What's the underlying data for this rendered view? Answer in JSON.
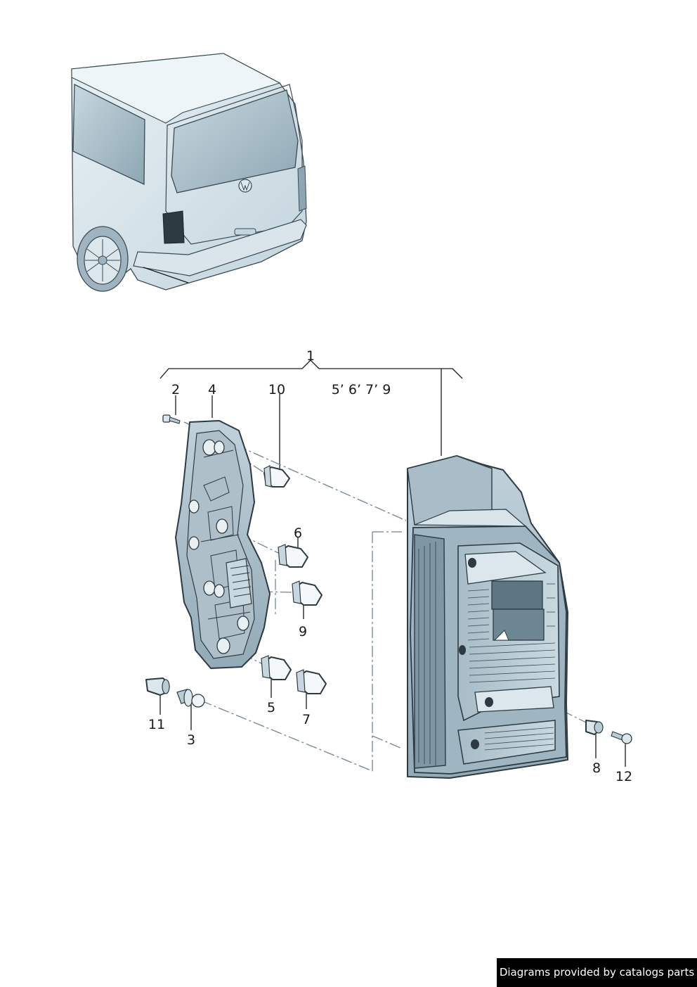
{
  "callouts": {
    "c1": "1",
    "c2": "2",
    "c3": "3",
    "c4": "4",
    "c5": "5",
    "c6": "6",
    "c7": "7",
    "c8": "8",
    "c9": "9",
    "c10": "10",
    "c11": "11",
    "c12": "12",
    "c_refs": "5’ 6’ 7’ 9"
  },
  "footer": {
    "credit": "Diagrams provided by catalogs parts"
  },
  "colors": {
    "part_fill": "#b9ccd6",
    "outline": "#2d3a42",
    "glass": "#9db3c0",
    "leader": "#6f8594"
  }
}
